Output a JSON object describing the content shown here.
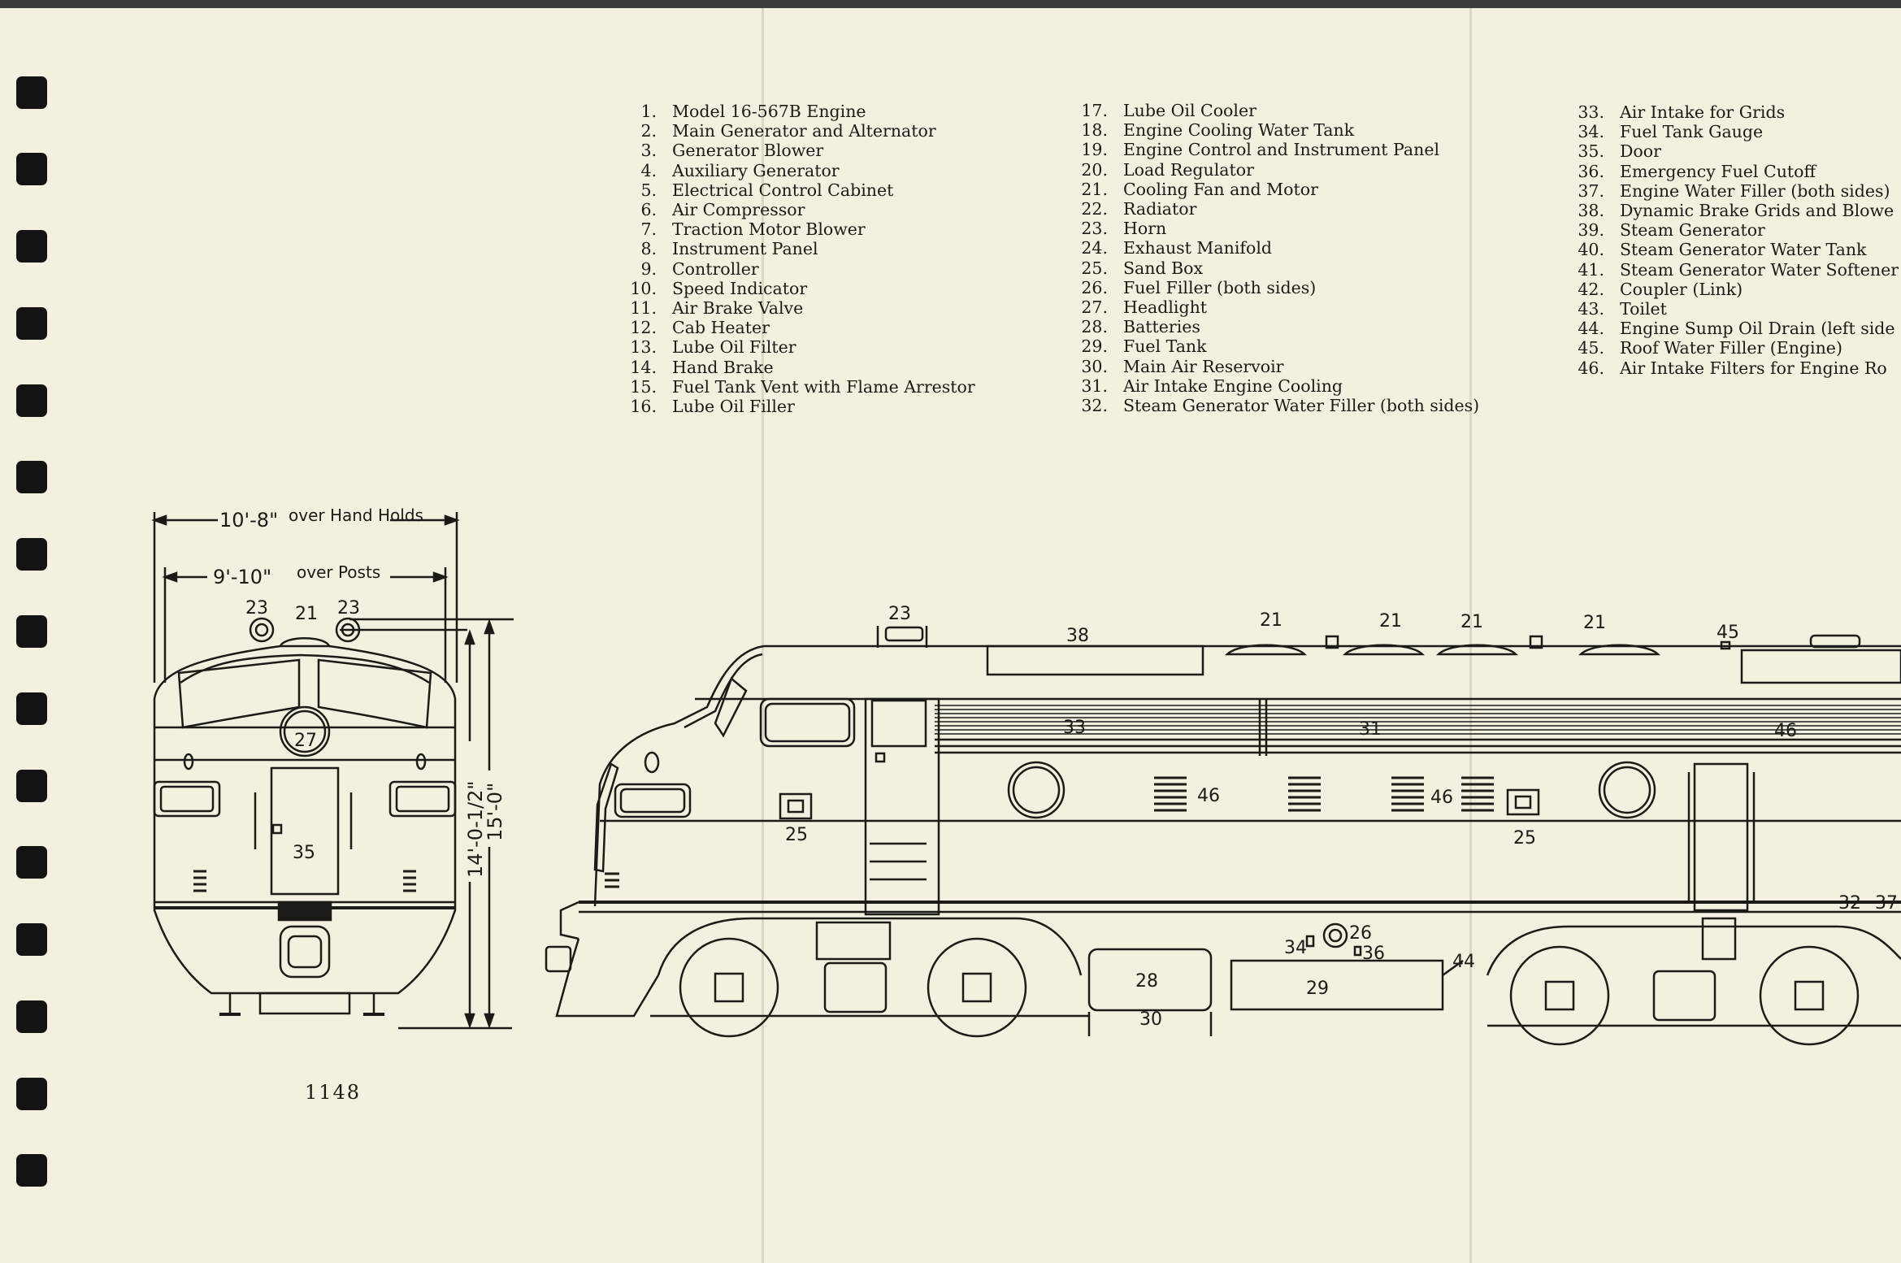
{
  "legend": {
    "col1": [
      {
        "num": "1.",
        "label": "Model 16-567B Engine"
      },
      {
        "num": "2.",
        "label": "Main Generator and Alternator"
      },
      {
        "num": "3.",
        "label": "Generator Blower"
      },
      {
        "num": "4.",
        "label": "Auxiliary Generator"
      },
      {
        "num": "5.",
        "label": "Electrical Control Cabinet"
      },
      {
        "num": "6.",
        "label": "Air Compressor"
      },
      {
        "num": "7.",
        "label": "Traction Motor Blower"
      },
      {
        "num": "8.",
        "label": "Instrument Panel"
      },
      {
        "num": "9.",
        "label": "Controller"
      },
      {
        "num": "10.",
        "label": "Speed Indicator"
      },
      {
        "num": "11.",
        "label": "Air Brake Valve"
      },
      {
        "num": "12.",
        "label": "Cab Heater"
      },
      {
        "num": "13.",
        "label": "Lube Oil Filter"
      },
      {
        "num": "14.",
        "label": "Hand Brake"
      },
      {
        "num": "15.",
        "label": "Fuel Tank Vent with Flame Arrestor"
      },
      {
        "num": "16.",
        "label": "Lube Oil Filler"
      }
    ],
    "col2": [
      {
        "num": "17.",
        "label": "Lube Oil Cooler"
      },
      {
        "num": "18.",
        "label": "Engine Cooling Water Tank"
      },
      {
        "num": "19.",
        "label": "Engine Control and Instrument Panel"
      },
      {
        "num": "20.",
        "label": "Load Regulator"
      },
      {
        "num": "21.",
        "label": "Cooling Fan and Motor"
      },
      {
        "num": "22.",
        "label": "Radiator"
      },
      {
        "num": "23.",
        "label": "Horn"
      },
      {
        "num": "24.",
        "label": "Exhaust Manifold"
      },
      {
        "num": "25.",
        "label": "Sand Box"
      },
      {
        "num": "26.",
        "label": "Fuel Filler (both sides)"
      },
      {
        "num": "27.",
        "label": "Headlight"
      },
      {
        "num": "28.",
        "label": "Batteries"
      },
      {
        "num": "29.",
        "label": "Fuel Tank"
      },
      {
        "num": "30.",
        "label": "Main Air Reservoir"
      },
      {
        "num": "31.",
        "label": "Air Intake Engine Cooling"
      },
      {
        "num": "32.",
        "label": "Steam Generator Water Filler (both sides)"
      }
    ],
    "col3": [
      {
        "num": "33.",
        "label": "Air Intake for Grids"
      },
      {
        "num": "34.",
        "label": "Fuel Tank Gauge"
      },
      {
        "num": "35.",
        "label": "Door"
      },
      {
        "num": "36.",
        "label": "Emergency Fuel Cutoff"
      },
      {
        "num": "37.",
        "label": "Engine Water Filler (both sides)"
      },
      {
        "num": "38.",
        "label": "Dynamic Brake Grids and Blowe"
      },
      {
        "num": "39.",
        "label": "Steam Generator"
      },
      {
        "num": "40.",
        "label": "Steam Generator Water Tank"
      },
      {
        "num": "41.",
        "label": "Steam Generator Water Softener"
      },
      {
        "num": "42.",
        "label": "Coupler (Link)"
      },
      {
        "num": "43.",
        "label": "Toilet"
      },
      {
        "num": "44.",
        "label": "Engine Sump Oil Drain (left side"
      },
      {
        "num": "45.",
        "label": "Roof Water Filler (Engine)"
      },
      {
        "num": "46.",
        "label": "Air Intake Filters for Engine Ro"
      }
    ]
  },
  "dimensions": {
    "hand_holds": {
      "value": "10'-8\"",
      "label": "over Hand Holds"
    },
    "posts": {
      "value": "9'-10\"",
      "label": "over Posts"
    },
    "height_a": "14'-0-1/2\"",
    "height_b": "15'-0\""
  },
  "front_callouts": {
    "horn_left": "23",
    "fan": "21",
    "horn_right": "23",
    "headlight": "27",
    "door": "35"
  },
  "side_callouts": {
    "horn": "23",
    "grids": "38",
    "fan1": "21",
    "fan2": "21",
    "fan3": "21",
    "fan4": "21",
    "roof_filler": "45",
    "intake_grids": "33",
    "intake_cooling": "31",
    "filters_right": "46",
    "filters_1": "46",
    "filters_2": "46",
    "sand_front": "25",
    "sand_rear": "25",
    "steam_filler": "32",
    "engine_filler": "37",
    "fuel_gauge": "34",
    "fuel_filler": "26",
    "cutoff": "36",
    "sump_drain": "44",
    "batteries": "28",
    "reservoir": "30",
    "fuel_tank": "29"
  },
  "page_number": "1148"
}
